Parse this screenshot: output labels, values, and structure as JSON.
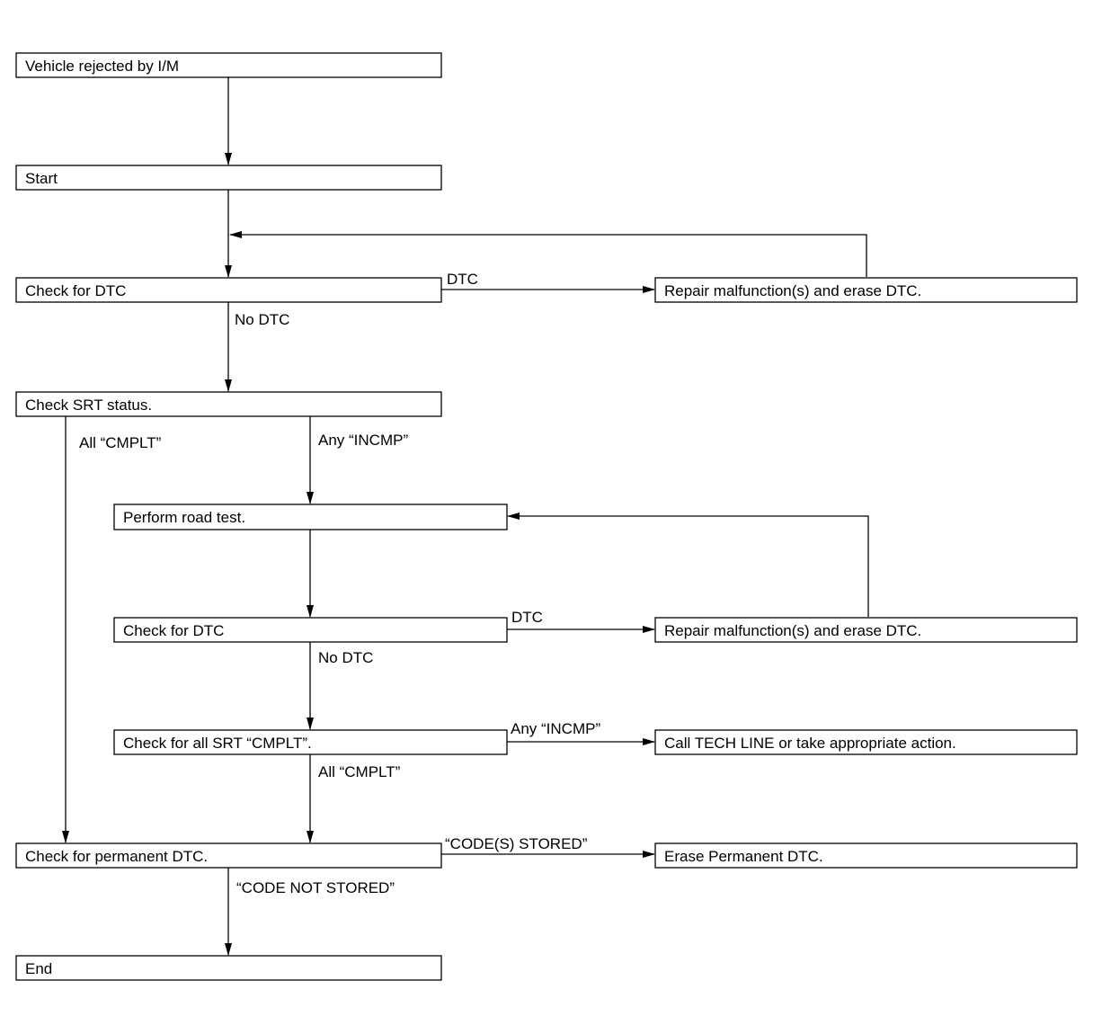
{
  "boxes": {
    "vehicle_rejected": "Vehicle rejected by I/M",
    "start": "Start",
    "check_dtc_1": "Check for DTC",
    "repair_1": "Repair malfunction(s) and erase DTC.",
    "check_srt_status": "Check SRT status.",
    "perform_road_test": "Perform road test.",
    "check_dtc_2": "Check for DTC",
    "repair_2": "Repair malfunction(s) and erase DTC.",
    "check_all_srt": "Check for all SRT “CMPLT”.",
    "call_tech_line": "Call TECH LINE or take appropriate action.",
    "check_permanent_dtc": "Check for permanent DTC.",
    "erase_permanent_dtc": "Erase Permanent DTC.",
    "end": "End"
  },
  "labels": {
    "dtc_1": "DTC",
    "no_dtc_1": "No DTC",
    "all_cmplt_1": "All “CMPLT”",
    "any_incmp_1": "Any “INCMP”",
    "dtc_2": "DTC",
    "no_dtc_2": "No DTC",
    "any_incmp_2": "Any “INCMP”",
    "all_cmplt_2": "All “CMPLT”",
    "code_stored": "“CODE(S) STORED”",
    "code_not_stored": "“CODE NOT STORED”"
  }
}
